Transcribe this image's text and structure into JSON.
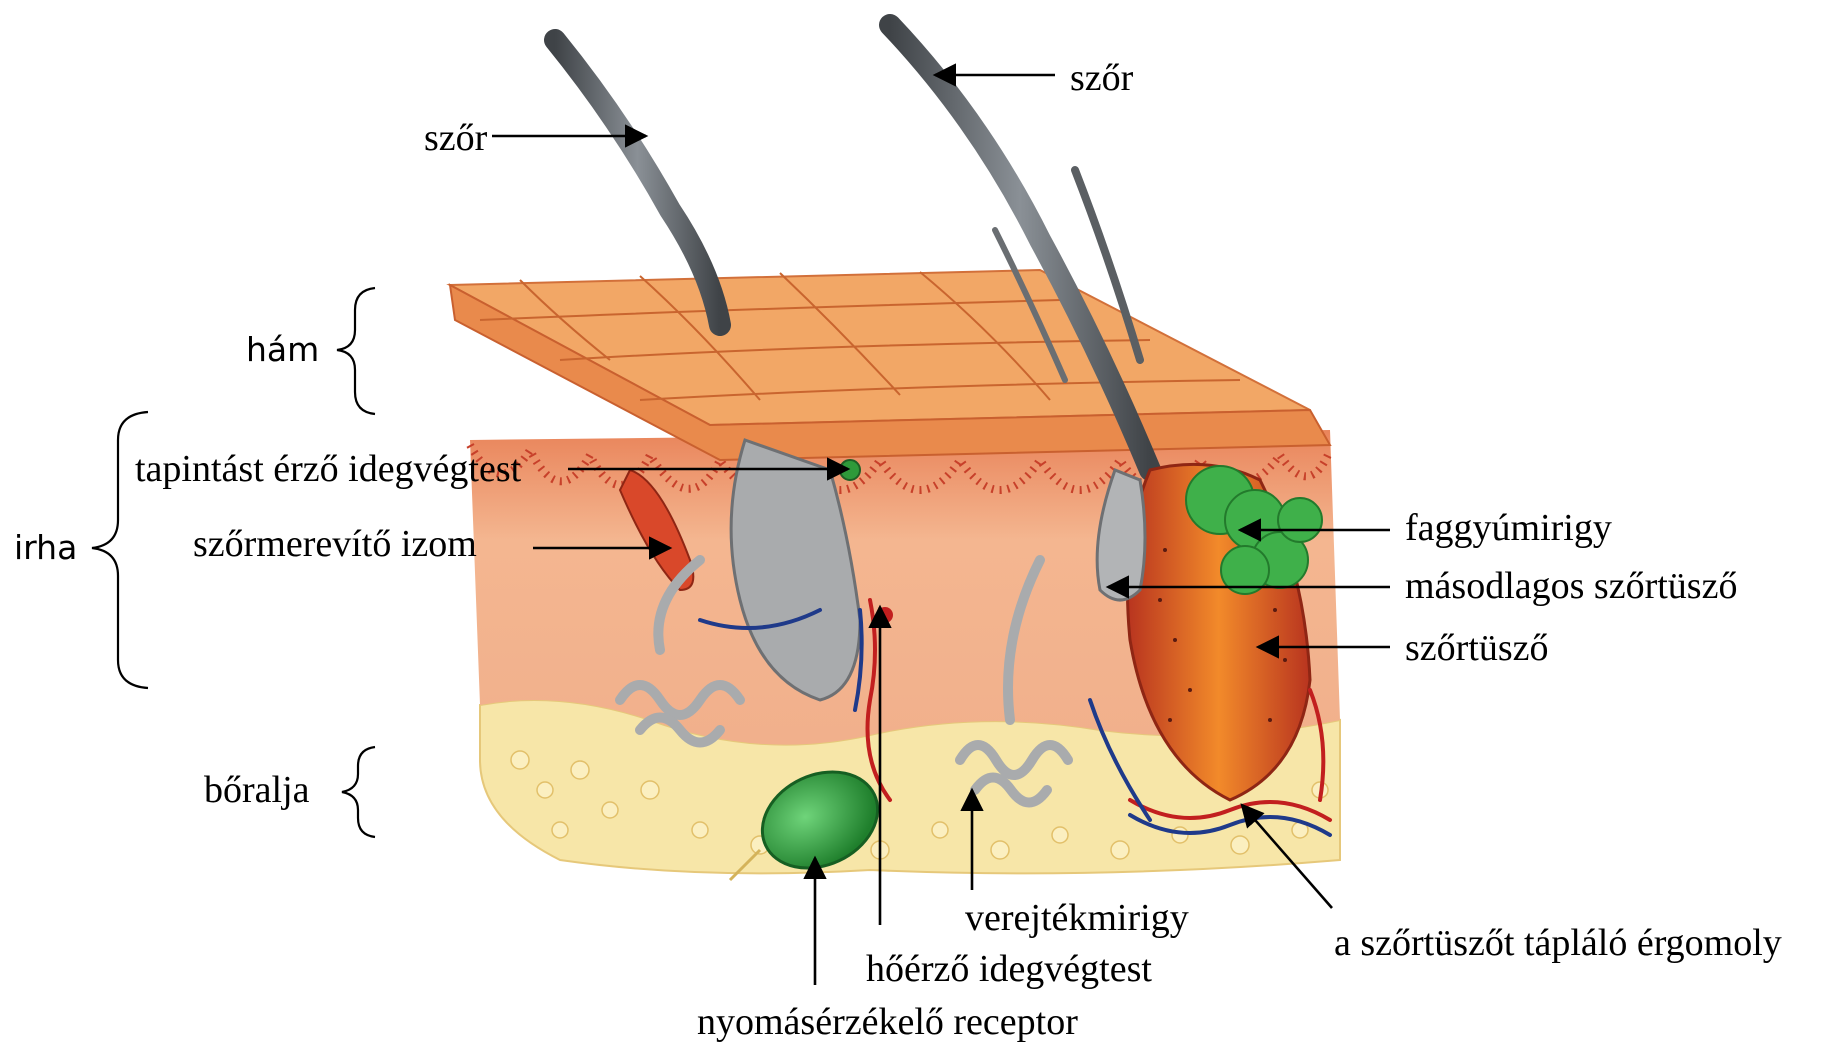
{
  "labels": {
    "hair_left": "szőr",
    "hair_right": "szőr",
    "epidermis": "hám",
    "dermis": "irha",
    "hypodermis": "bőralja",
    "touch_corpuscle": "tapintást érző idegvégtest",
    "arrector_muscle": "szőrmerevítő izom",
    "sebaceous_gland": "faggyúmirigy",
    "secondary_follicle": "másodlagos szőrtüsző",
    "hair_follicle": "szőrtüsző",
    "sweat_gland": "verejtékmirigy",
    "thermo_corpuscle": "hőérző idegvégtest",
    "pressure_receptor": "nyomásérzékelő receptor",
    "follicle_capillary": "a szőrtüszőt tápláló érgomoly"
  },
  "colors": {
    "epidermis": "#f0a060",
    "dermis": "#f3b18c",
    "dermis_dark": "#d9603a",
    "hypodermis": "#f7e6a8",
    "hair": "#5b5f63",
    "follicle": "#c84a2a",
    "sebaceous": "#3fb04a",
    "pacinian": "#2e9a3a",
    "gland": "#a8a8a8",
    "vessel_red": "#c21f1f",
    "vessel_blue": "#1f3a8a"
  }
}
